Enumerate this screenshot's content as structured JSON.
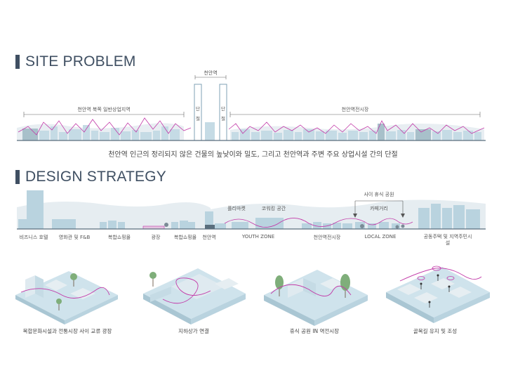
{
  "site_problem": {
    "heading": "SITE PROBLEM",
    "station_label": "천안역",
    "left_zone_label": "천안역 북쪽 일반상업지역",
    "right_zone_label": "천안역전시장",
    "disconnect_left": "단 절",
    "disconnect_right": "단 절",
    "caption": "천안역 인근의 정리되지 않은 건물의 높낮이와 밀도, 그리고 천안역과 주변 주요 상업시설 간의 단절"
  },
  "design_strategy": {
    "heading": "DESIGN STRATEGY",
    "labels": {
      "business_hotel": "비즈니스 호텔",
      "cinema": "영화관 및 F&B",
      "mall1": "복합쇼핑몰",
      "plaza": "광장",
      "mall2": "복합쇼핑몰",
      "station": "천안역",
      "youth_zone": "YOUTH ZONE",
      "market": "천안역전시장",
      "local_zone": "LOCAL ZONE",
      "housing": "공동주택 및 지역주민시설",
      "flea_market": "플리마켓",
      "coworking": "코워킹 공간",
      "rest_park": "사이 휴식 공원",
      "cafe_street": "카페거리"
    },
    "iso_captions": [
      "복합문화시설과 전통시장 사이 교류 광장",
      "지하상가 연결",
      "휴식 공원 IN 역전시장",
      "골목길 유지 및 조성"
    ]
  },
  "colors": {
    "heading": "#3f4f62",
    "building": "#b9d3df",
    "building_dark": "#8fa9b5",
    "hill": "#e6edf1",
    "accent_line": "#c23aa8",
    "ground": "#5a6e7d"
  }
}
